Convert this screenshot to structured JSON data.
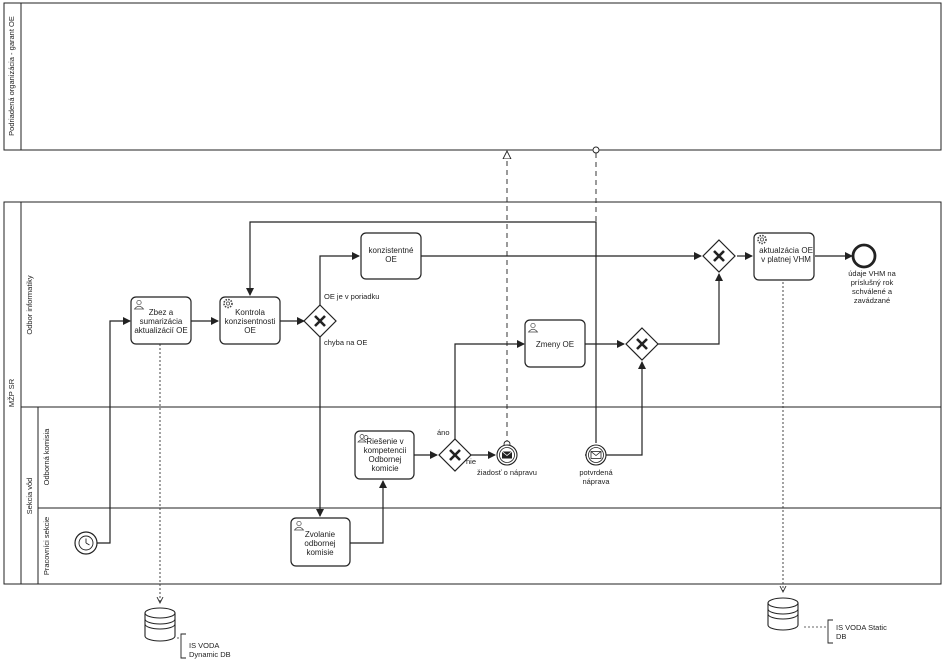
{
  "pools": {
    "top": "Podriadená organizácia - garant OE",
    "main": "MŽP SR"
  },
  "lanes": {
    "odbor": "Odbor informatiky",
    "sekcia": "Sekcia vôd",
    "komisia": "Odborná komisia",
    "pracovnici": "Pracovníci sekcie"
  },
  "tasks": {
    "zbez": [
      "Zbez a",
      "sumarizácia",
      "aktualizácií OE"
    ],
    "kontrola": [
      "Kontrola",
      "konzisentnosti",
      "OE"
    ],
    "konzistentne": [
      "konzistentné",
      "OE"
    ],
    "zmeny": [
      "Zmeny OE"
    ],
    "riesenie": [
      "Riešenie v",
      "kompetencii",
      "Odbornej",
      "komicie"
    ],
    "zvolanie": [
      "Zvolanie",
      "odbornej",
      "komisie"
    ],
    "aktualizacia": [
      "aktualzácia OE",
      "v platnej VHM"
    ]
  },
  "labels": {
    "oe_ok": "OE je v poriadku",
    "chyba": "chyba na OE",
    "ano": "áno",
    "nie": "nie",
    "ziadost": "žiadosť o nápravu",
    "potvrdena": [
      "potvrdená",
      "náprava"
    ],
    "end": [
      "údaje VHM na",
      "príslušný rok",
      "schválené a",
      "zavádzané"
    ]
  },
  "datastores": {
    "dynamic": [
      "IS VODA",
      "Dynamic DB"
    ],
    "static": [
      "IS VODA Static",
      "DB"
    ]
  }
}
